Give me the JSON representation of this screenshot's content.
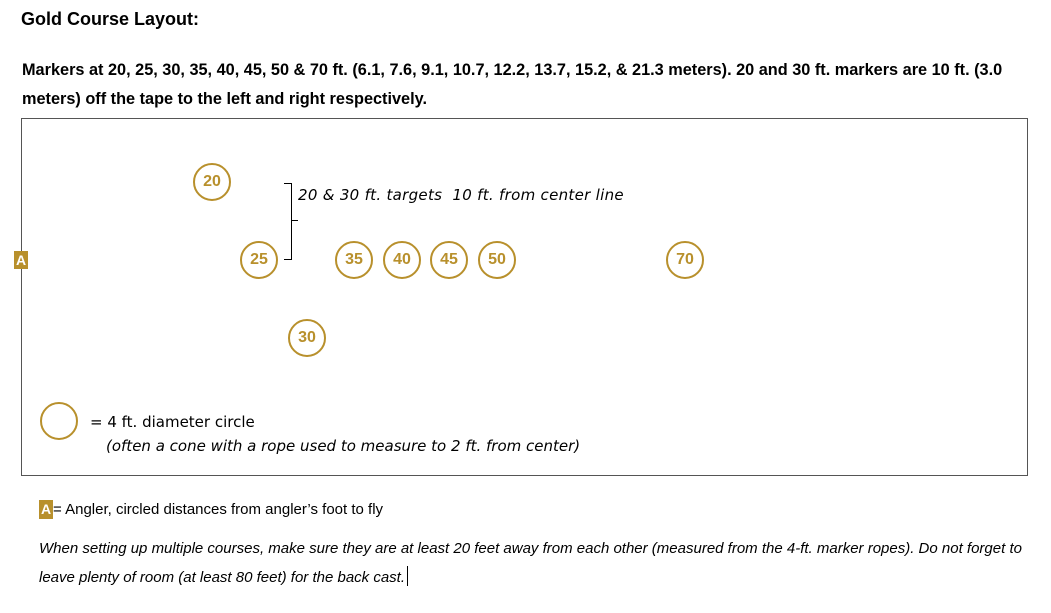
{
  "title": "Gold Course Layout:",
  "intro": "Markers at 20, 25, 30, 35, 40, 45, 50 & 70 ft. (6.1, 7.6, 9.1, 10.7, 12.2, 13.7, 15.2, & 21.3 meters). 20 and 30 ft. markers are 10 ft. (3.0 meters) off the tape to the left and right respectively.",
  "diagram": {
    "angler_label": "A",
    "markers": [
      "20",
      "25",
      "30",
      "35",
      "40",
      "45",
      "50",
      "70"
    ],
    "targets_note": "20 & 30 ft. targets  10 ft. from center line",
    "legend": {
      "line1": "= 4 ft. diameter circle",
      "line2": "(often a cone with a rope used to measure to 2 ft. from center)"
    }
  },
  "angler_key": {
    "label": "A",
    "text": "= Angler, circled distances from angler’s foot to fly"
  },
  "footer": "When setting up multiple courses, make sure they are at least 20 feet away from each other (measured from the 4-ft. marker ropes). Do not forget to leave plenty of room (at least 80 feet) for the back cast.",
  "colors": {
    "accent": "#B8902C",
    "border": "#555555"
  }
}
